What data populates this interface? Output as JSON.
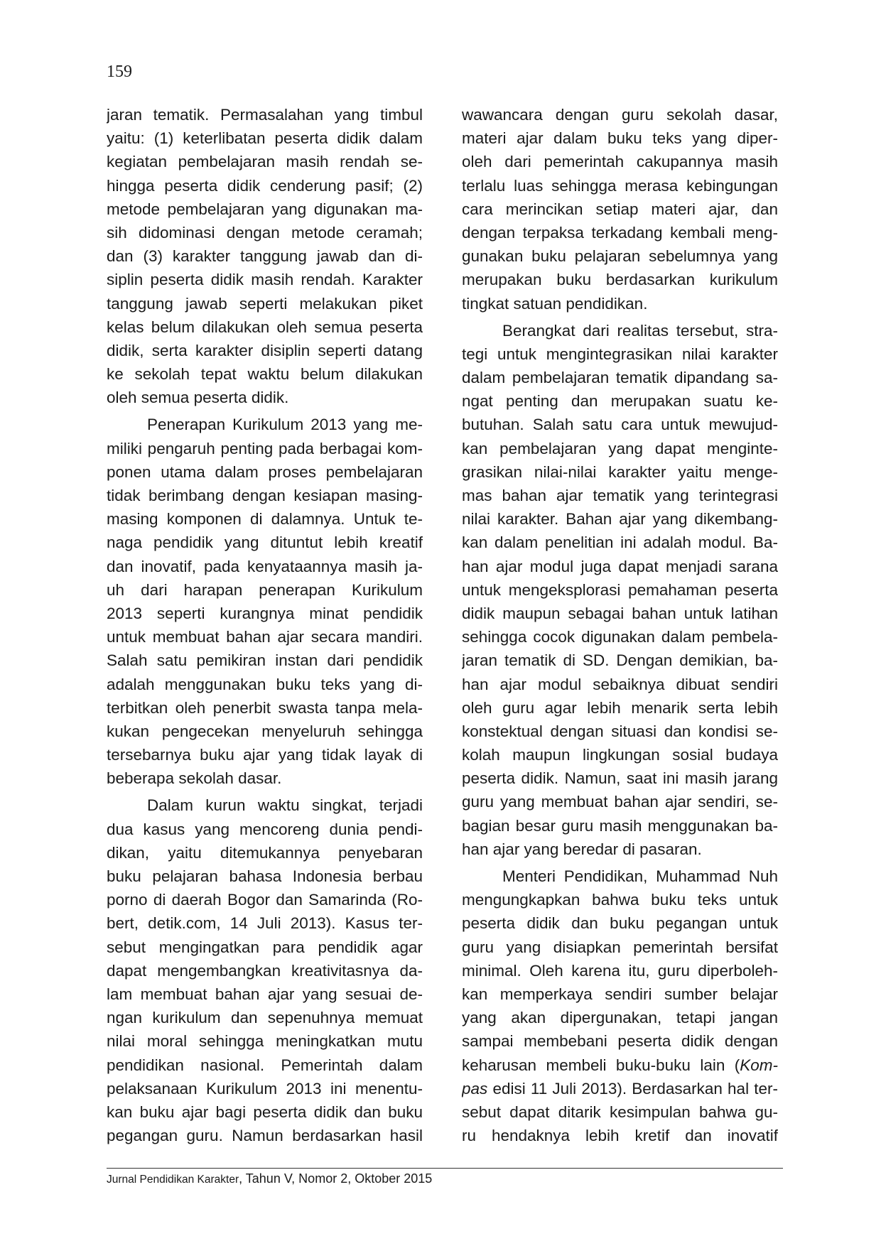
{
  "page_number": "159",
  "left_column": {
    "p1": [
      "jaran tematik. Permasalahan yang timbul",
      "yaitu: (1) keterlibatan peserta didik dalam",
      "kegiatan pembelajaran masih rendah se-",
      "hingga peserta didik cenderung pasif; (2)",
      "metode pembelajaran yang digunakan ma-",
      "sih didominasi dengan metode ceramah;",
      "dan (3) karakter tanggung jawab dan di-",
      "siplin peserta didik masih rendah. Karakter",
      "tanggung jawab seperti melakukan piket",
      "kelas belum dilakukan oleh semua peserta",
      "didik, serta karakter disiplin seperti datang",
      "ke sekolah tepat waktu belum dilakukan",
      "oleh semua peserta didik."
    ],
    "p2": [
      "Penerapan Kurikulum 2013 yang me-",
      "miliki pengaruh penting pada berbagai kom-",
      "ponen utama dalam proses pembelajaran",
      "tidak berimbang dengan kesiapan masing-",
      "masing komponen di dalamnya. Untuk te-",
      "naga pendidik yang dituntut lebih kreatif",
      "dan inovatif, pada kenyataannya masih ja-",
      "uh dari harapan penerapan Kurikulum",
      "2013 seperti kurangnya minat pendidik",
      "untuk membuat bahan ajar secara mandiri.",
      "Salah satu pemikiran instan dari pendidik",
      "adalah menggunakan buku teks yang di-",
      "terbitkan oleh penerbit swasta tanpa mela-",
      "kukan pengecekan menyeluruh sehingga",
      "tersebarnya buku ajar yang tidak layak di",
      "beberapa sekolah dasar."
    ],
    "p3": [
      "Dalam kurun waktu singkat, terjadi",
      "dua kasus yang mencoreng dunia pendi-",
      "dikan, yaitu ditemukannya penyebaran",
      "buku pelajaran bahasa Indonesia berbau",
      "porno di daerah Bogor dan Samarinda (Ro-",
      "bert, detik.com, 14 Juli 2013). Kasus ter-",
      "sebut mengingatkan para pendidik agar",
      "dapat mengembangkan kreativitasnya da-",
      "lam membuat bahan ajar yang sesuai de-",
      "ngan kurikulum dan sepenuhnya memuat",
      "nilai moral sehingga meningkatkan mutu",
      "pendidikan nasional. Pemerintah dalam",
      "pelaksanaan Kurikulum 2013 ini menentu-",
      "kan buku ajar bagi peserta didik dan buku",
      "pegangan guru. Namun berdasarkan hasil"
    ]
  },
  "right_column": {
    "p1": [
      "wawancara dengan guru sekolah dasar,",
      "materi ajar dalam buku teks yang diper-",
      "oleh dari pemerintah cakupannya masih",
      "terlalu luas sehingga merasa kebingungan",
      "cara merincikan setiap materi ajar, dan",
      "dengan terpaksa terkadang kembali meng-",
      "gunakan buku pelajaran sebelumnya yang",
      "merupakan buku berdasarkan kurikulum",
      "tingkat satuan pendidikan."
    ],
    "p2": [
      "Berangkat dari realitas tersebut, stra-",
      "tegi untuk mengintegrasikan nilai karakter",
      "dalam pembelajaran tematik dipandang sa-",
      "ngat penting dan merupakan suatu ke-",
      "butuhan. Salah satu cara untuk mewujud-",
      "kan pembelajaran yang dapat menginte-",
      "grasikan nilai-nilai karakter yaitu menge-",
      "mas bahan ajar tematik yang terintegrasi",
      "nilai karakter. Bahan ajar yang dikembang-",
      "kan dalam penelitian ini adalah modul. Ba-",
      "han ajar modul juga dapat menjadi sarana",
      "untuk mengeksplorasi pemahaman peserta",
      "didik maupun sebagai bahan untuk latihan",
      "sehingga cocok digunakan dalam pembela-",
      "jaran tematik di SD. Dengan demikian, ba-",
      "han ajar modul sebaiknya dibuat sendiri",
      "oleh guru agar lebih menarik serta lebih",
      "konstektual dengan situasi dan kondisi se-",
      "kolah maupun lingkungan sosial budaya",
      "peserta didik. Namun, saat ini masih jarang",
      "guru yang membuat bahan ajar sendiri, se-",
      "bagian besar guru masih menggunakan ba-",
      "han ajar yang beredar di pasaran."
    ],
    "p3": [
      "Menteri Pendidikan, Muhammad Nuh",
      "mengungkapkan bahwa buku teks untuk",
      "peserta didik dan buku pegangan untuk",
      "guru yang disiapkan pemerintah bersifat",
      "minimal. Oleh karena itu, guru diperboleh-",
      "kan memperkaya sendiri sumber belajar",
      "yang akan dipergunakan, tetapi jangan",
      "sampai membebani peserta didik dengan",
      "keharusan membeli buku-buku lain ("
    ],
    "italic_1": "Kom-",
    "italic_2": "pas",
    "p3_after_italic": " edisi 11 Juli 2013). Berdasarkan hal ter-",
    "p3_end": [
      "sebut dapat ditarik kesimpulan bahwa gu-",
      "ru hendaknya lebih kretif dan inovatif"
    ]
  },
  "footer": {
    "journal": "Jurnal Pendidikan Karakter",
    "issue": ", Tahun V, Nomor 2, Oktober 2015"
  }
}
